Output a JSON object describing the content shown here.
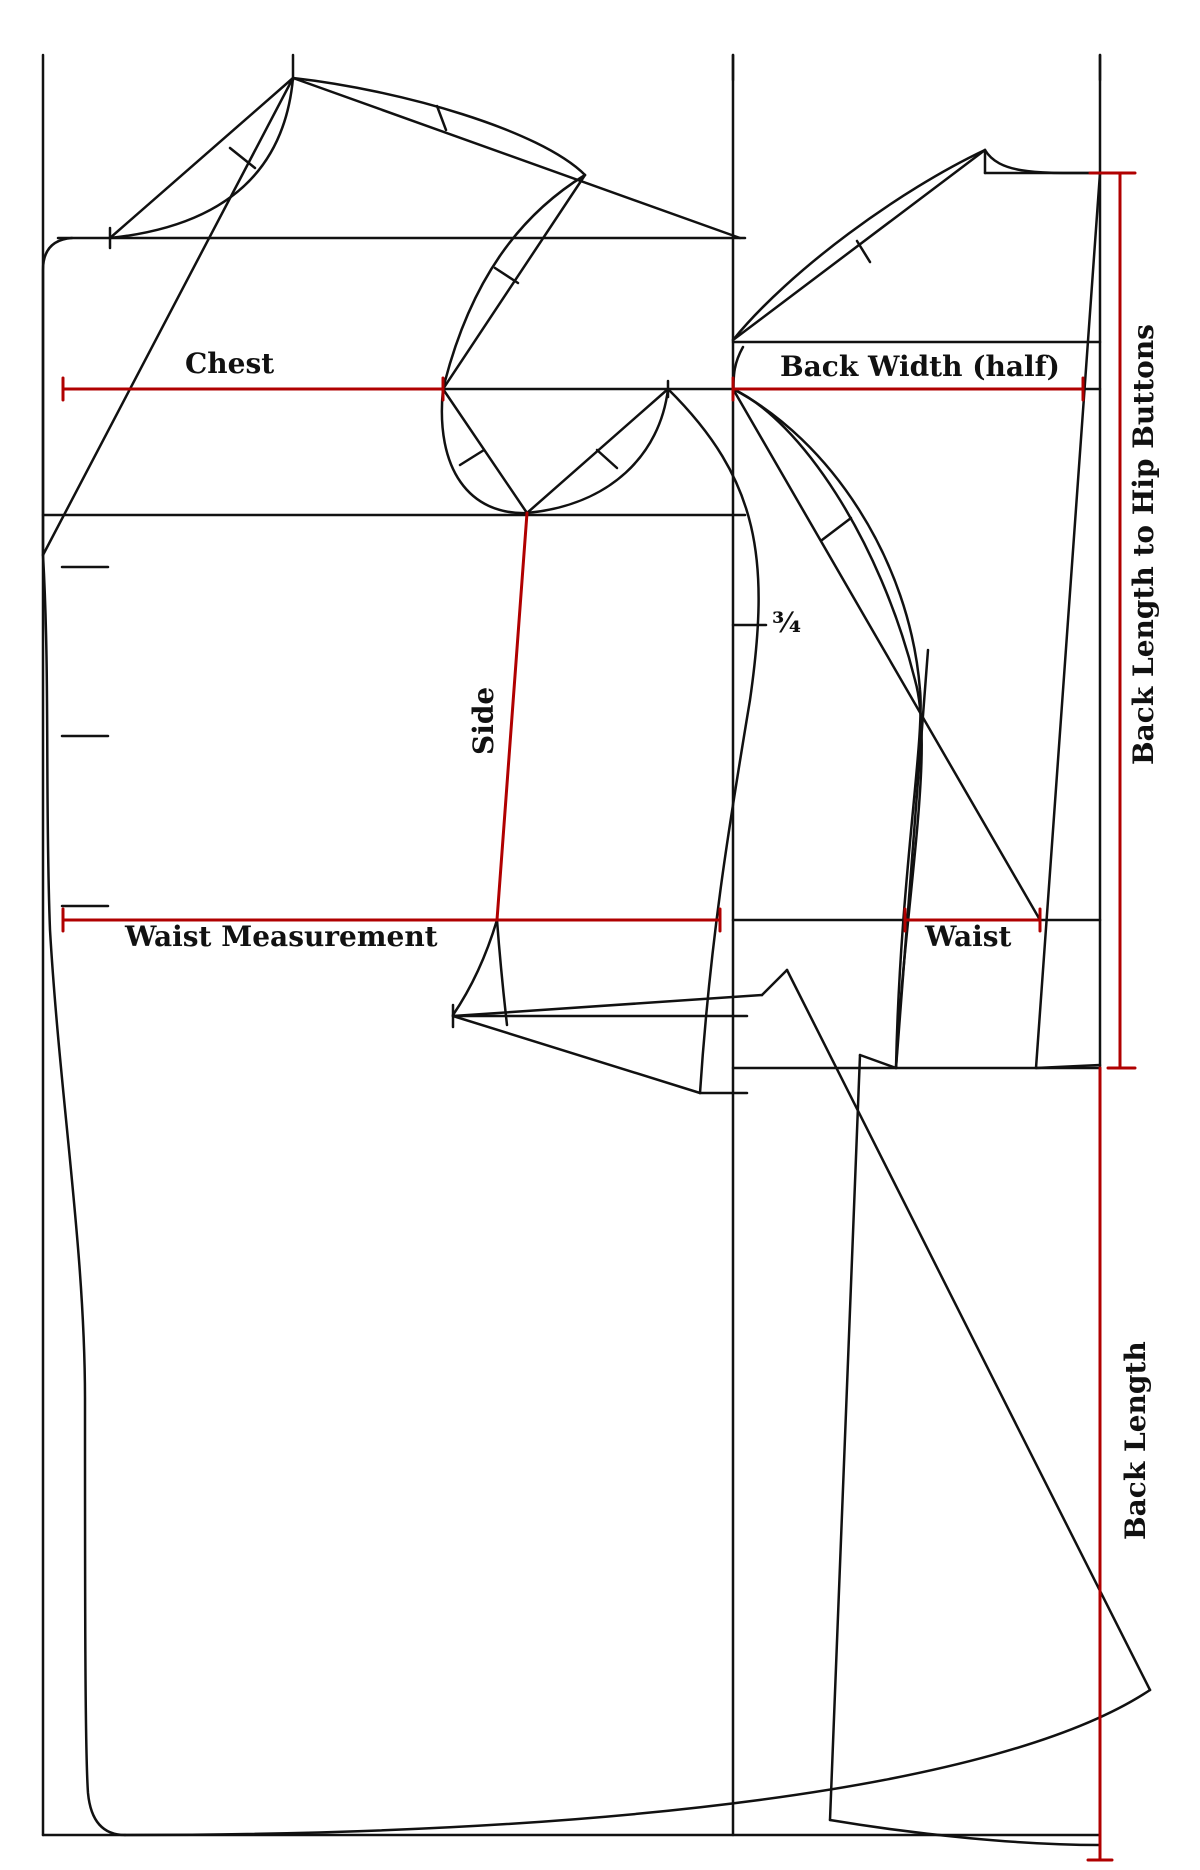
{
  "labels": {
    "chest": "Chest",
    "back_width": "Back Width (half)",
    "side": "Side",
    "three_quarter": "¾",
    "waist_measurement": "Waist Measurement",
    "waist": "Waist",
    "back_length_to_hip": "Back Length to Hip Buttons",
    "back_length": "Back Length"
  },
  "colors": {
    "line": "#111111",
    "measure": "#b00000",
    "background": "#ffffff"
  }
}
